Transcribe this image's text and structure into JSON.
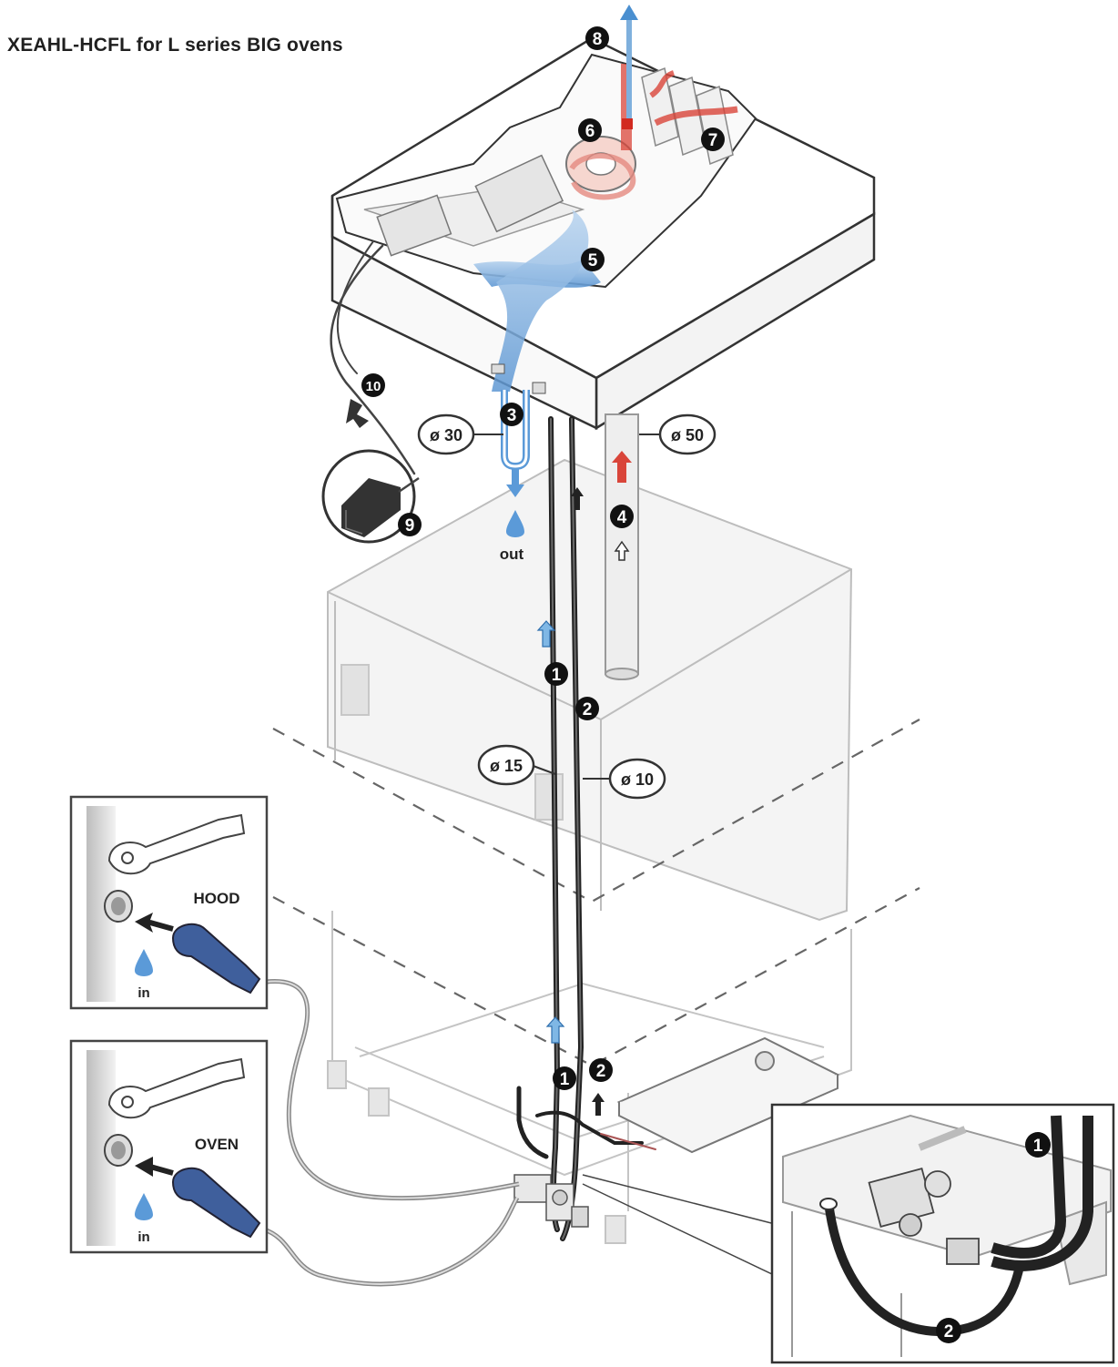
{
  "title": "XEAHL-HCFL for L series BIG ovens",
  "badges": [
    "1",
    "2",
    "3",
    "4",
    "5",
    "6",
    "7",
    "8",
    "9",
    "10"
  ],
  "dimensions": {
    "d30": "ø 30",
    "d50": "ø 50",
    "d15": "ø 15",
    "d10": "ø 10"
  },
  "labels": {
    "out": "out",
    "hood": "HOOD",
    "oven": "OVEN",
    "in": "in"
  },
  "colors": {
    "steam": "#7fb0dd",
    "hot_air": "#d9453a",
    "hose": "#222222",
    "outline": "#555555",
    "connector": "#3f5f9c"
  }
}
